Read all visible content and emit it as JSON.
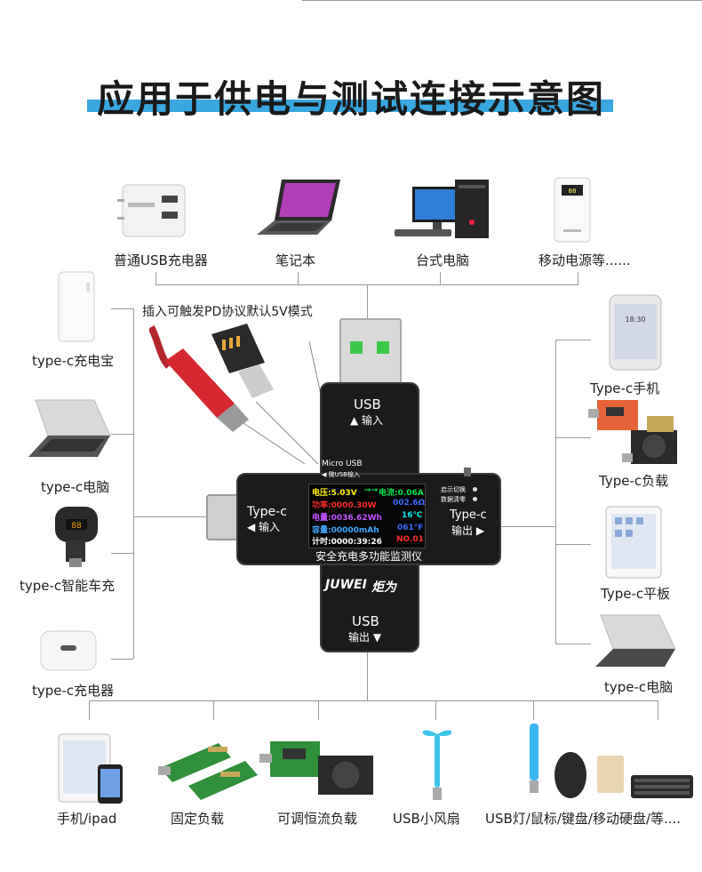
{
  "title": "应用于供电与测试连接示意图",
  "top_sources": [
    "普通USB充电器",
    "笔记本",
    "台式电脑",
    "移动电源等......"
  ],
  "left_devices": [
    "type-c充电宝",
    "type-c电脑",
    "type-c智能车充",
    "type-c充电器"
  ],
  "right_devices": [
    "Type-c手机",
    "Type-c负载",
    "Type-c平板",
    "type-c电脑"
  ],
  "bottom_devices": [
    "手机/ipad",
    "固定负载",
    "可调恒流负载",
    "USB小风扇",
    "USB灯/鼠标/键盘/移动硬盘/等...."
  ],
  "pd_note": "插入可触发PD协议默认5V模式",
  "meter": {
    "usb_in": "USB",
    "usb_in_sub": "▲ 输入",
    "micro_usb": "Micro USB",
    "micro_usb_sub": "◀ 微USB输入",
    "typec_in": "Type-c",
    "typec_in_sub": "◀ 输入",
    "typec_out": "Type-c",
    "typec_out_sub": "输出 ▶",
    "usb_out": "USB",
    "usb_out_sub": "输出 ▼",
    "button_label_1": "启示切换",
    "button_label_2": "数据清零",
    "product_name": "安全充电多功能监测仪",
    "brand_latin": "JUWEI",
    "brand_cn": "炬为",
    "screen": {
      "voltage": "电压:5.03V",
      "current": "电流:0.06A",
      "power": "功率:0000.30W",
      "resistance": "002.6Ω",
      "energy": "电量:0036.62Wh",
      "temp_c": "16℃",
      "capacity": "容量:00000mAh",
      "temp_f": "061°F",
      "timer": "计时:0000:39:26",
      "group": "NO.01",
      "arrow": "→→"
    }
  },
  "colors": {
    "title_bar": "#39a7e0",
    "screen_voltage": "#ffee00",
    "screen_current": "#00e14a",
    "screen_power": "#ff2b2b",
    "screen_resistance": "#3b6bff",
    "screen_energy": "#c355ff",
    "screen_temp": "#00e6e6",
    "screen_capacity": "#3fa9ff",
    "screen_timer": "#ffffff",
    "screen_group": "#ff2b2b"
  }
}
